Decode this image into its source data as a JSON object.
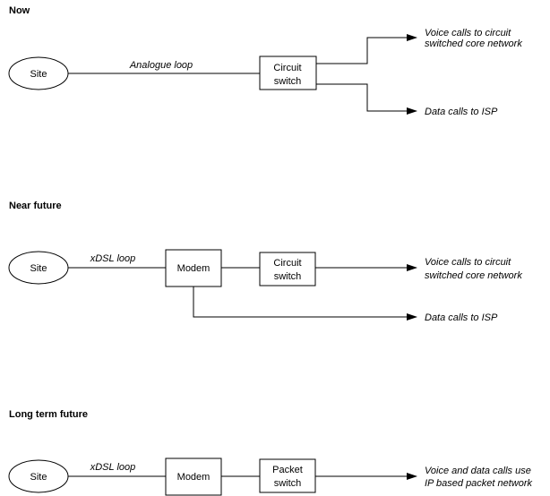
{
  "now": {
    "heading": "Now",
    "site": "Site",
    "loop": "Analogue loop",
    "switch": [
      "Circuit",
      "switch"
    ],
    "out1": [
      "Voice calls to circuit",
      "switched core network"
    ],
    "out2": "Data calls to ISP"
  },
  "near": {
    "heading": "Near future",
    "site": "Site",
    "loop": "xDSL loop",
    "modem": "Modem",
    "switch": [
      "Circuit",
      "switch"
    ],
    "out1": [
      "Voice calls to circuit",
      "switched core network"
    ],
    "out2": "Data calls to ISP"
  },
  "long": {
    "heading": "Long term future",
    "site": "Site",
    "loop": "xDSL loop",
    "modem": "Modem",
    "switch": [
      "Packet",
      "switch"
    ],
    "out1": [
      "Voice and data calls use",
      "IP based packet network"
    ]
  }
}
